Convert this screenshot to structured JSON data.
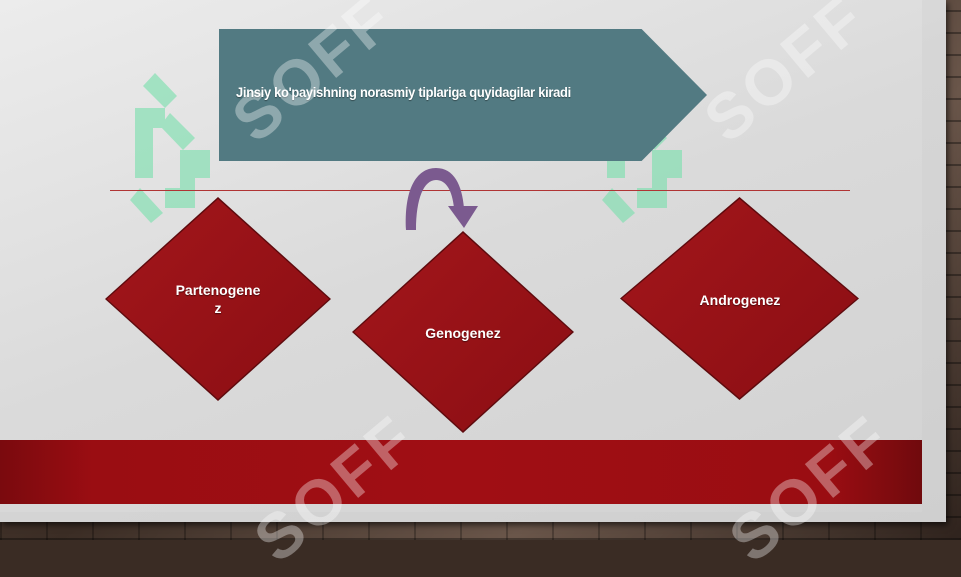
{
  "title": "Jinsiy ko'payishning norasmiy tiplariga quyidagilar kiradi",
  "diamonds": [
    {
      "label_line1": "Partenogene",
      "label_line2": "z"
    },
    {
      "label_line1": "Genogenez",
      "label_line2": ""
    },
    {
      "label_line1": "Androgenez",
      "label_line2": ""
    }
  ],
  "watermark": {
    "text": "SOFF"
  },
  "colors": {
    "title_box": "#527a82",
    "diamond": "#9a1016",
    "curved_arrow": "#7b5a8f",
    "divider": "#b03434",
    "bottom_band": "#9a0d12",
    "watermark_logo": "#7fe0b0"
  }
}
